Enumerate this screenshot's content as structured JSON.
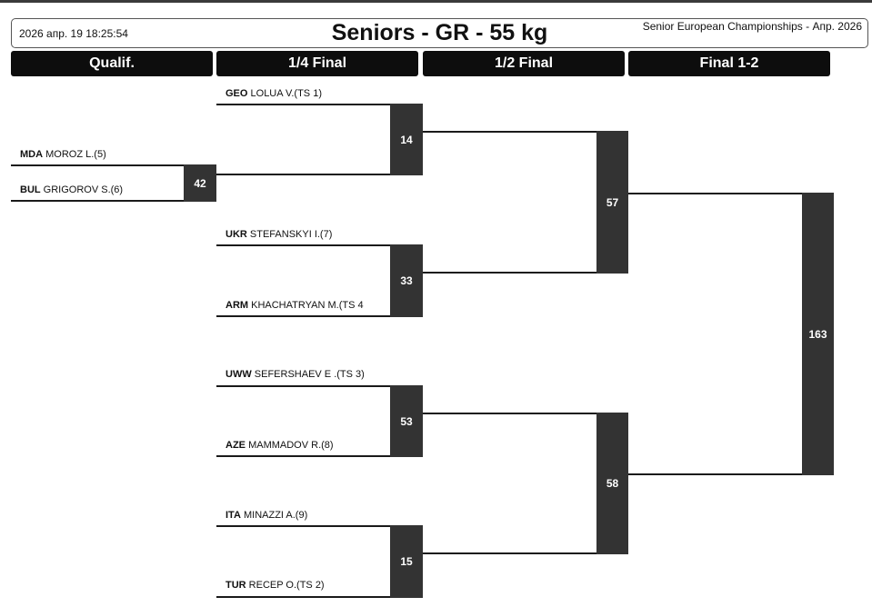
{
  "header": {
    "datetime": "2026 апр. 19 18:25:54",
    "title": "Seniors - GR - 55 kg",
    "event": "Senior European Championships - Апр. 2026"
  },
  "columns": [
    "Qualif.",
    "1/4 Final",
    "1/2 Final",
    "Final 1-2"
  ],
  "qualif": {
    "athletes": [
      {
        "country": "MDA",
        "name": "MOROZ L.(5)"
      },
      {
        "country": "BUL",
        "name": "GRIGOROV S.(6)"
      }
    ],
    "match": "42"
  },
  "quarter": {
    "athletes": [
      {
        "country": "GEO",
        "name": "LOLUA V.(TS 1)"
      },
      {
        "country": "UKR",
        "name": "STEFANSKYI I.(7)"
      },
      {
        "country": "ARM",
        "name": "KHACHATRYAN M.(TS 4"
      },
      {
        "country": "UWW",
        "name": "SEFERSHAEV E .(TS 3)"
      },
      {
        "country": "AZE",
        "name": "MAMMADOV R.(8)"
      },
      {
        "country": "ITA",
        "name": "MINAZZI A.(9)"
      },
      {
        "country": "TUR",
        "name": "RECEP O.(TS 2)"
      }
    ],
    "matches": [
      "14",
      "33",
      "53",
      "15"
    ]
  },
  "semi": {
    "matches": [
      "57",
      "58"
    ]
  },
  "final": {
    "match": "163"
  }
}
